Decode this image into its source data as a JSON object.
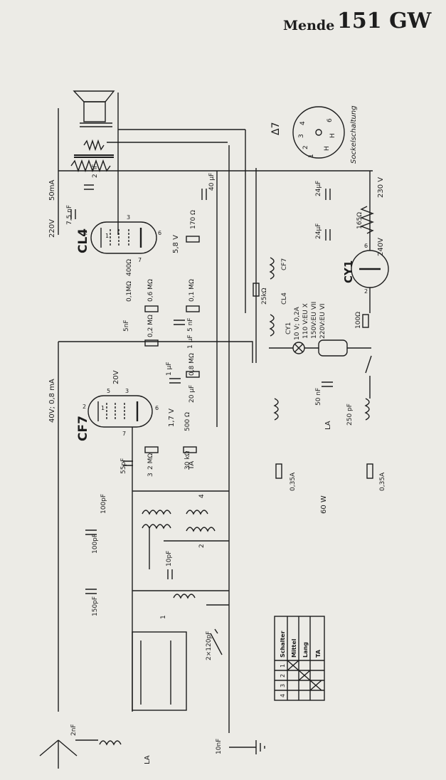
{
  "header": {
    "brand": "Mende",
    "model": "151 GW"
  },
  "tubes": {
    "cl4": "CL4",
    "cf7": "CF7",
    "cy1": "CY1"
  },
  "pin_numbers": {
    "cl4": [
      "1",
      "2",
      "3",
      "6",
      "7"
    ],
    "cf7": [
      "1",
      "2",
      "3",
      "5",
      "6",
      "7"
    ],
    "cy1": [
      "2",
      "6"
    ]
  },
  "voltages": {
    "cl4_plate": "220V",
    "cl4_current": "50mA",
    "cl4_cathode": "5,8 V",
    "cf7_plate": "40V; 0,8 mA",
    "cf7_screen": "20V",
    "cf7_cathode": "1,7 V",
    "mains": "230 V",
    "cy1": "240V"
  },
  "components": {
    "c_out": "2\nnF",
    "c_75": "7,5\nnF",
    "c_40": "40\nμF",
    "r_170": "170\nΩ",
    "r_400": "400Ω",
    "r_01m": "0,1MΩ",
    "r_06m": "0,6\nMΩ",
    "r_01m_b": "0,1\nMΩ",
    "c_5nf": "5nF",
    "r_02m": "0,2\nMΩ",
    "c_5nf_b": "5\nnF",
    "c_1uf": "1\nμF",
    "c_1uf_b": "1\nμF",
    "r_08m": "0,8\nMΩ",
    "c_20uf": "20\nμF",
    "r_500": "500\nΩ",
    "r_25k": "25kΩ",
    "c_24_top": "24μF",
    "c_24_bot": "24μF",
    "r_165": "165Ω",
    "r_100": "100Ω",
    "c_55": "55pF",
    "r_2m": "2\nMΩ",
    "r_30k": "30\nkΩ",
    "c_100_a": "100pF",
    "c_100_b": "100pF",
    "c_150": "150pF",
    "c_10": "10pF",
    "c_2x120": "2×120pF",
    "c_2nf": "2nF",
    "c_10nf": "10nF",
    "c_50": "50\nnF",
    "c_250": "250\npF",
    "fuse_a": "0,35A",
    "fuse_b": "0,35A",
    "lamp_60": "60 W"
  },
  "labels": {
    "ta": "TA",
    "la_right": "LA",
    "la_left": "LA",
    "cl4_heater": "CL4",
    "cf7_heater": "CF7",
    "cy1_heater": "CY1",
    "cy1_v": "10 V; 0,2A",
    "mains_taps": [
      "110 V:EU X",
      "150V:EU VII",
      "220V:EU VI"
    ],
    "socket_title": "Sockelschaltung",
    "socket_tube": "Δ7",
    "socket_pins": [
      "1",
      "2",
      "3",
      "4",
      "6",
      "H",
      "H"
    ],
    "switch_numbers": [
      "1",
      "2",
      "3",
      "4"
    ]
  },
  "switch_table": {
    "header_label": "Schalter",
    "header_cols": [
      "1",
      "2",
      "3",
      "4"
    ],
    "rows": [
      {
        "label": "Mittel",
        "marks": [
          true,
          false,
          false,
          false
        ]
      },
      {
        "label": "Lang",
        "marks": [
          false,
          true,
          false,
          false
        ]
      },
      {
        "label": "TA",
        "marks": [
          false,
          false,
          true,
          false
        ]
      }
    ]
  }
}
